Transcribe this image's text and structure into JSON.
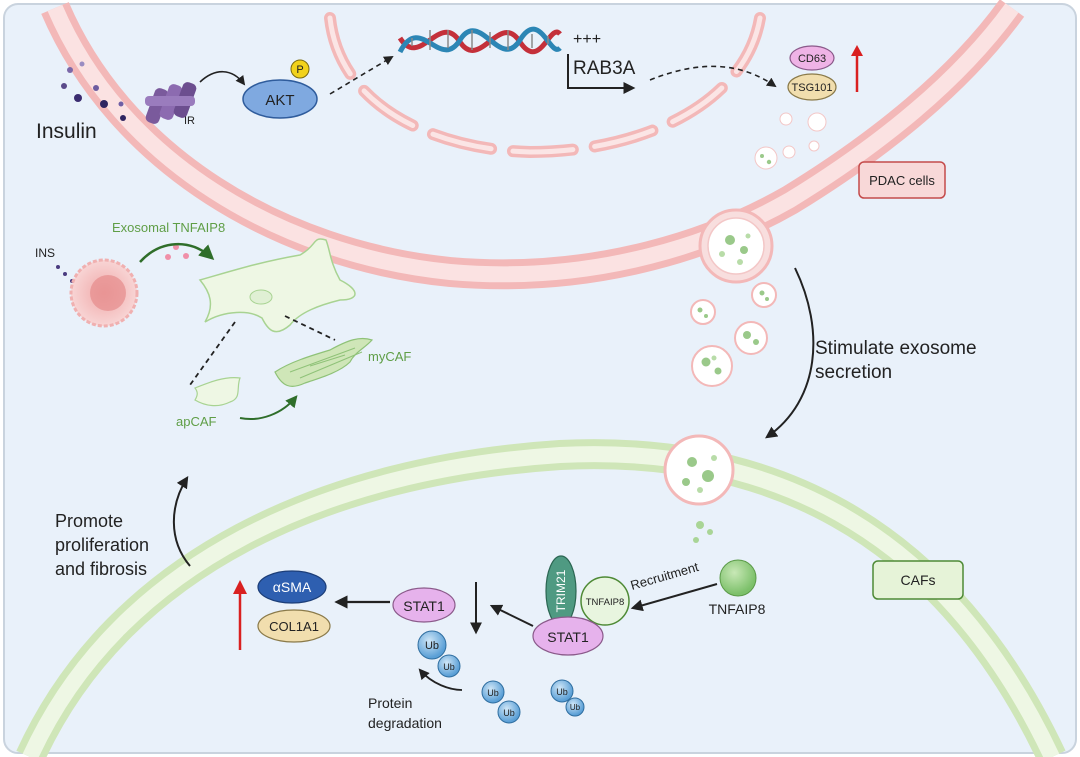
{
  "labels": {
    "insulin": "Insulin",
    "ir": "IR",
    "akt": "AKT",
    "p": "P",
    "plus": "+++",
    "rab3a": "RAB3A",
    "cd63": "CD63",
    "tsg101": "TSG101",
    "pdac_cells": "PDAC cells",
    "ins": "INS",
    "exosomal_tnfaip8": "Exosomal TNFAIP8",
    "mycaf": "myCAF",
    "apcaf": "apCAF",
    "stimulate_line1": "Stimulate exosome",
    "stimulate_line2": "secretion",
    "promote_line1": "Promote",
    "promote_line2": "proliferation",
    "promote_line3": "and fibrosis",
    "cafs": "CAFs",
    "asma": "αSMA",
    "col1a1": "COL1A1",
    "stat1": "STAT1",
    "trim21": "TRIM21",
    "tnfaip8_small": "TNFAIP8",
    "tnfaip8": "TNFAIP8",
    "recruitment": "Recruitment",
    "ub": "Ub",
    "protein_line1": "Protein",
    "protein_line2": "degradation"
  },
  "colors": {
    "background": "#e9f1fa",
    "pdac_membrane": "#f7caca",
    "caf_membrane": "#d6ebbf",
    "akt_fill": "#7fa9e0",
    "stat1_fill": "#e6b2ec",
    "asma_fill": "#2e5fb0",
    "col1a1_fill": "#f1deae",
    "trim21_fill": "#4f9a82",
    "tnfaip8_fill": "#bfe3b0",
    "ub_fill": "#7eb8e4",
    "up_arrow": "#d92020",
    "green_text": "#5f9e46"
  }
}
